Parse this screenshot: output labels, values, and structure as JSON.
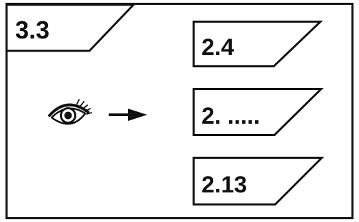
{
  "header_tab": {
    "label": "3.3"
  },
  "options": [
    {
      "label": "2.4"
    },
    {
      "label": "2. ....."
    },
    {
      "label": "2.13"
    }
  ],
  "icons": {
    "eye": "eye-icon",
    "arrow": "right-arrow-icon"
  },
  "colors": {
    "stroke": "#111111",
    "background": "#ffffff"
  }
}
